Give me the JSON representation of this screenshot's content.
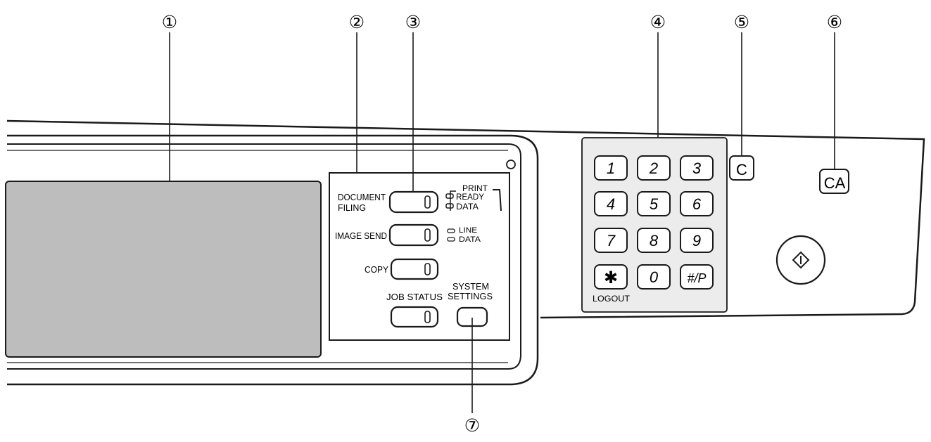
{
  "callouts": [
    "①",
    "②",
    "③",
    "④",
    "⑤",
    "⑥",
    "⑦"
  ],
  "mode_keys": {
    "document_filing_line1": "DOCUMENT",
    "document_filing_line2": "FILING",
    "image_send": "IMAGE SEND",
    "copy": "COPY",
    "job_status": "JOB STATUS",
    "system_settings_line1": "SYSTEM",
    "system_settings_line2": "SETTINGS"
  },
  "indicators": {
    "print": "PRINT",
    "ready": "READY",
    "print_data": "DATA",
    "line": "LINE",
    "line_data": "DATA"
  },
  "keypad": {
    "keys": [
      "1",
      "2",
      "3",
      "4",
      "5",
      "6",
      "7",
      "8",
      "9",
      "✱",
      "0",
      "#/P"
    ],
    "logout": "LOGOUT"
  },
  "clear_key": "C",
  "clear_all_key": "CA",
  "colors": {
    "outline": "#1a1a1a",
    "display": "#bdbdbd",
    "keypad_bg": "#ececec",
    "background": "#ffffff"
  }
}
